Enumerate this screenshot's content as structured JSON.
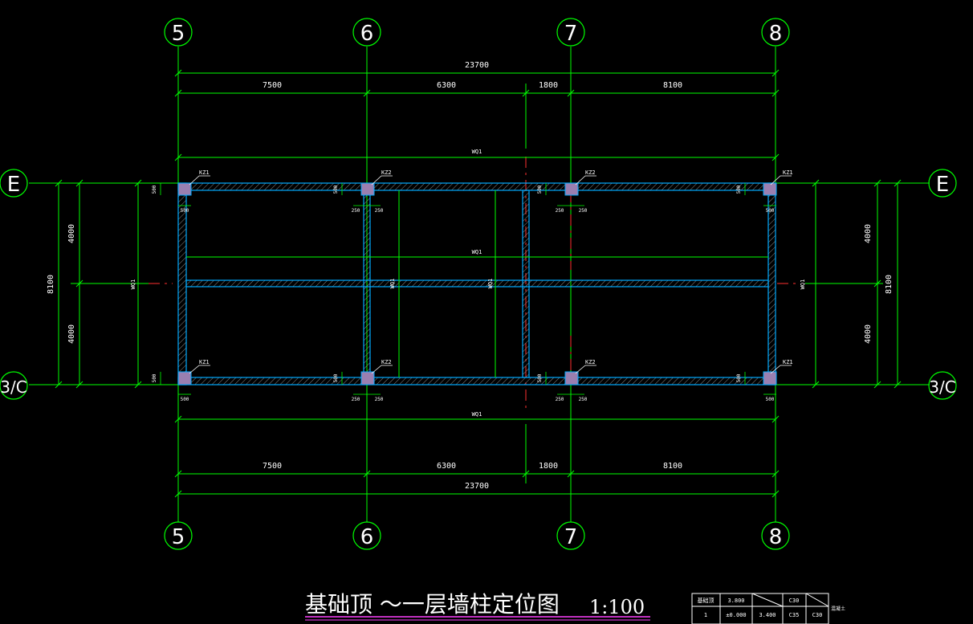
{
  "drawing": {
    "title": "基础顶 ～一层墙柱定位图",
    "scale": "1:100",
    "axes_x": [
      "5",
      "6",
      "7",
      "8"
    ],
    "axes_y_top": "E",
    "axes_y_bottom": "3/C",
    "dims_top": {
      "total": "23700",
      "segments": [
        "7500",
        "6300",
        "1800",
        "8100"
      ],
      "wall_label": "WQ1"
    },
    "dims_bottom": {
      "total": "23700",
      "segments": [
        "7500",
        "6300",
        "1800",
        "8100"
      ],
      "wall_label": "WQ1"
    },
    "dims_left": {
      "total": "8100",
      "segments": [
        "4000",
        "4000"
      ],
      "wall_label": "WQ1"
    },
    "dims_right": {
      "total": "8100",
      "segments": [
        "4000",
        "4000"
      ],
      "wall_label": "WQ1"
    },
    "columns": [
      "KZ1",
      "KZ2",
      "KZ2",
      "KZ1",
      "KZ1",
      "KZ2",
      "KZ2",
      "KZ1"
    ],
    "col_dims": {
      "size": "500",
      "half": "250"
    },
    "inner_labels": {
      "beam": "WQ1",
      "wall_a": "WQ1",
      "wall_b": "WQ1"
    },
    "table": {
      "rows": [
        [
          "基础顶",
          "3.800",
          "",
          "C30"
        ],
        [
          "1",
          "±0.000",
          "3.400",
          "C35",
          "C30"
        ]
      ],
      "side": "混凝土"
    },
    "colors": {
      "grid": "#00ff00",
      "wall": "#00aaff",
      "column": "#9a7fb0",
      "red": "#ff3030",
      "bg": "#000000"
    }
  }
}
